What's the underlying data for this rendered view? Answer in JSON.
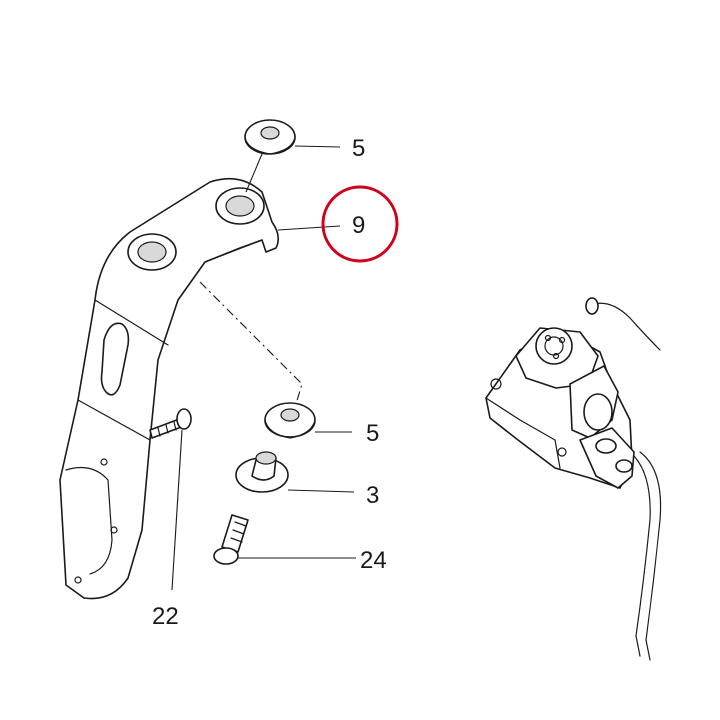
{
  "callouts": {
    "washer_top": "5",
    "bracket": "9",
    "washer_lower": "5",
    "sleeve": "3",
    "bolt": "24",
    "screw": "22"
  },
  "highlight_color": "#d0021b"
}
